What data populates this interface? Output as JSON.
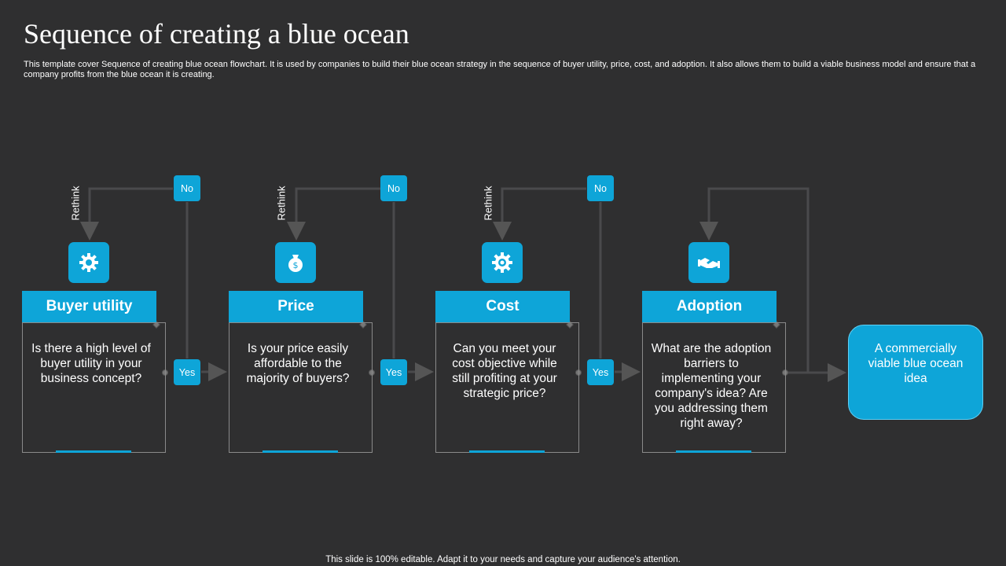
{
  "title": "Sequence of creating a blue ocean",
  "description": "This template cover Sequence of creating  blue ocean flowchart. It is used by companies to build their blue ocean strategy in the sequence of buyer utility, price, cost, and adoption. It also allows them to build a viable business model and ensure that a company profits from the blue ocean it is creating.",
  "steps": [
    {
      "header": "Buyer utility",
      "question": "Is there a high level of buyer utility in your business concept?",
      "icon": "tools-gear-icon",
      "no_label": "No",
      "yes_label": "Yes",
      "rethink_label": "Rethink"
    },
    {
      "header": "Price",
      "question": "Is your price easily affordable to the majority of buyers?",
      "icon": "money-bag-icon",
      "no_label": "No",
      "yes_label": "Yes",
      "rethink_label": "Rethink"
    },
    {
      "header": "Cost",
      "question": "Can you meet your cost objective while still profiting at your strategic price?",
      "icon": "cost-gear-icon",
      "no_label": "No",
      "yes_label": "Yes",
      "rethink_label": "Rethink"
    },
    {
      "header": "Adoption",
      "question": "What are the adoption barriers to implementing your company's idea? Are you addressing them right away?",
      "icon": "handshake-icon"
    }
  ],
  "outcome": "A commercially viable blue ocean idea",
  "footer": "This slide is 100% editable. Adapt it to your needs and capture your audience's attention.",
  "colors": {
    "background": "#2f2f30",
    "accent": "#0ea5d8",
    "connector": "#4a4a4c"
  }
}
